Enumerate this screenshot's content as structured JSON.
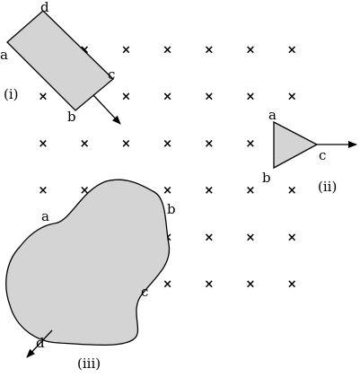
{
  "field": {
    "cross_symbol": "×",
    "cross_color": "#1f77b4",
    "rows": 6,
    "cols": 7
  },
  "shape_fill": "#d4d4d4",
  "figure_i": {
    "caption": "(i)",
    "vertex_labels": {
      "a": "a",
      "b": "b",
      "c": "c",
      "d": "d"
    }
  },
  "figure_ii": {
    "caption": "(ii)",
    "vertex_labels": {
      "a": "a",
      "b": "b",
      "c": "c"
    }
  },
  "figure_iii": {
    "caption": "(iii)",
    "point_labels": {
      "a": "a",
      "b": "b",
      "c": "c",
      "d": "d"
    }
  }
}
